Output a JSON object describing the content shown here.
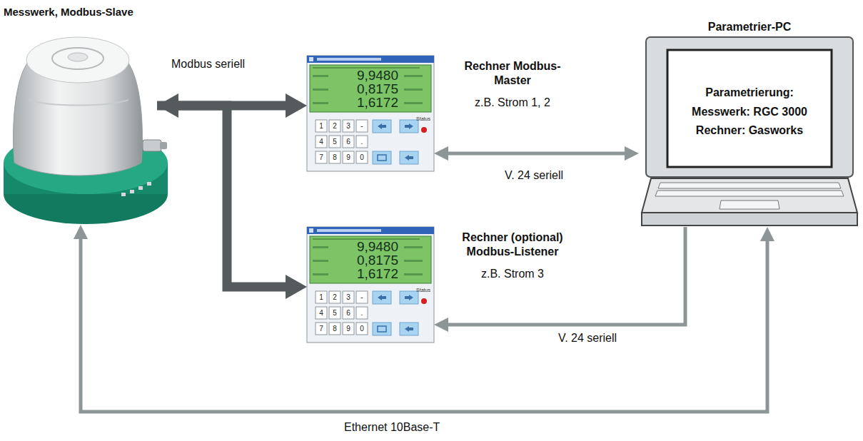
{
  "diagram": {
    "nodes": [
      {
        "text": [
          "Messwerk, Modbus-Slave"
        ]
      },
      {
        "text": [
          "Rechner Modbus-Master",
          "z.B. Strom 1, 2"
        ]
      },
      {
        "text": [
          "Parametrier-PC",
          "Parametrierung:",
          "Messwerk: RGC 3000",
          "Rechner: Gasworks"
        ]
      },
      {
        "text": [
          "Rechner (optional) Modbus-Listener",
          "z.B. Strom 3"
        ]
      }
    ],
    "edges": [
      {
        "from": 0,
        "to": 1,
        "arrow": "both",
        "label": "Modbus seriell"
      },
      {
        "from": 0,
        "to": 3,
        "arrow": "to"
      },
      {
        "from": 1,
        "to": 2,
        "arrow": "both",
        "label": "V. 24 seriell"
      },
      {
        "from": 2,
        "to": 3,
        "arrow": "to",
        "label": "V. 24 seriell"
      },
      {
        "from": 0,
        "to": 2,
        "arrow": "both",
        "label": "Ethernet 10Base-T"
      }
    ],
    "labels": [
      "9,9480",
      "0,8175",
      "1,6172",
      "1",
      "2",
      "3",
      "-",
      "4",
      "5",
      "6",
      ".",
      "7",
      "8",
      "9",
      "0",
      "Status",
      "9,9480",
      "0,8175",
      "1,6172",
      "1",
      "2",
      "3",
      "-",
      "4",
      "5",
      "6",
      ".",
      "7",
      "8",
      "9",
      "0",
      "Status"
    ]
  }
}
